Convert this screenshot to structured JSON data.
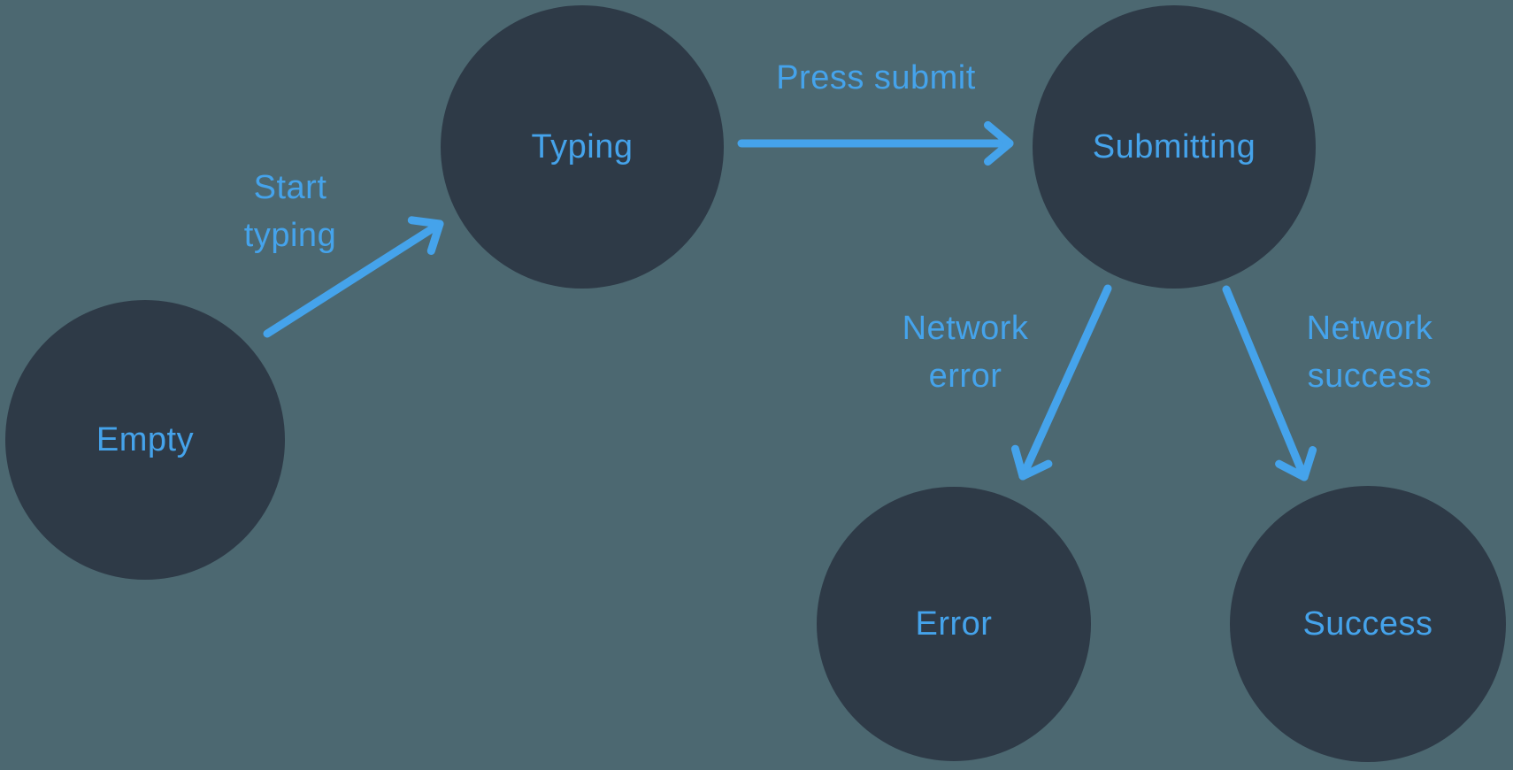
{
  "colors": {
    "background": "#4C6871",
    "node_fill": "#2E3A47",
    "accent_blue": "#45A3EB"
  },
  "diagram": {
    "type": "state-machine",
    "nodes": [
      {
        "id": "empty",
        "label": "Empty"
      },
      {
        "id": "typing",
        "label": "Typing"
      },
      {
        "id": "submitting",
        "label": "Submitting"
      },
      {
        "id": "error",
        "label": "Error"
      },
      {
        "id": "success",
        "label": "Success"
      }
    ],
    "edges": [
      {
        "from": "empty",
        "to": "typing",
        "label": "Start typing"
      },
      {
        "from": "typing",
        "to": "submitting",
        "label": "Press submit"
      },
      {
        "from": "submitting",
        "to": "error",
        "label": "Network error"
      },
      {
        "from": "submitting",
        "to": "success",
        "label": "Network success"
      }
    ]
  }
}
